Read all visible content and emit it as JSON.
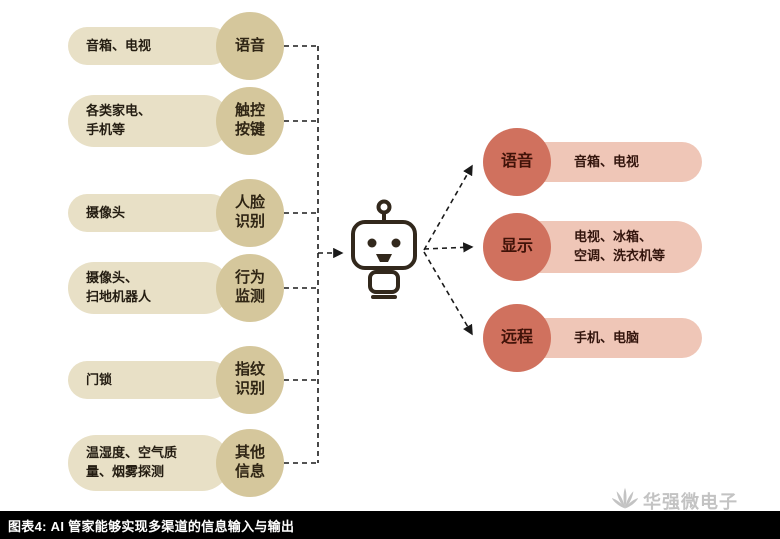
{
  "caption": "图表4: AI 管家能够实现多渠道的信息输入与输出",
  "watermark": {
    "text": "华强微电子",
    "logo": "fan-icon"
  },
  "robot": {
    "icon": "robot-icon"
  },
  "colors": {
    "left_pill": "#e8e0c6",
    "left_circle": "#d5c79c",
    "left_circle_text": "#2f2514",
    "right_pill": "#efc6b7",
    "right_circle": "#d0715e",
    "right_circle_text": "#401208",
    "line": "#1a1a1a",
    "text": "#201a12",
    "caption_bg": "#000000",
    "caption_text": "#ffffff",
    "watermark_gray": "#c3c3c3"
  },
  "inputs": [
    {
      "devices": "音箱、电视",
      "channel": "语音"
    },
    {
      "devices": "各类家电、\n手机等",
      "channel": "触控\n按键"
    },
    {
      "devices": "摄像头",
      "channel": "人脸\n识别"
    },
    {
      "devices": "摄像头、\n扫地机器人",
      "channel": "行为\n监测"
    },
    {
      "devices": "门锁",
      "channel": "指纹\n识别"
    },
    {
      "devices": "温湿度、空气质\n量、烟雾探测",
      "channel": "其他\n信息"
    }
  ],
  "outputs": [
    {
      "channel": "语音",
      "devices": "音箱、电视"
    },
    {
      "channel": "显示",
      "devices": "电视、冰箱、\n空调、洗衣机等"
    },
    {
      "channel": "远程",
      "devices": "手机、电脑"
    }
  ]
}
